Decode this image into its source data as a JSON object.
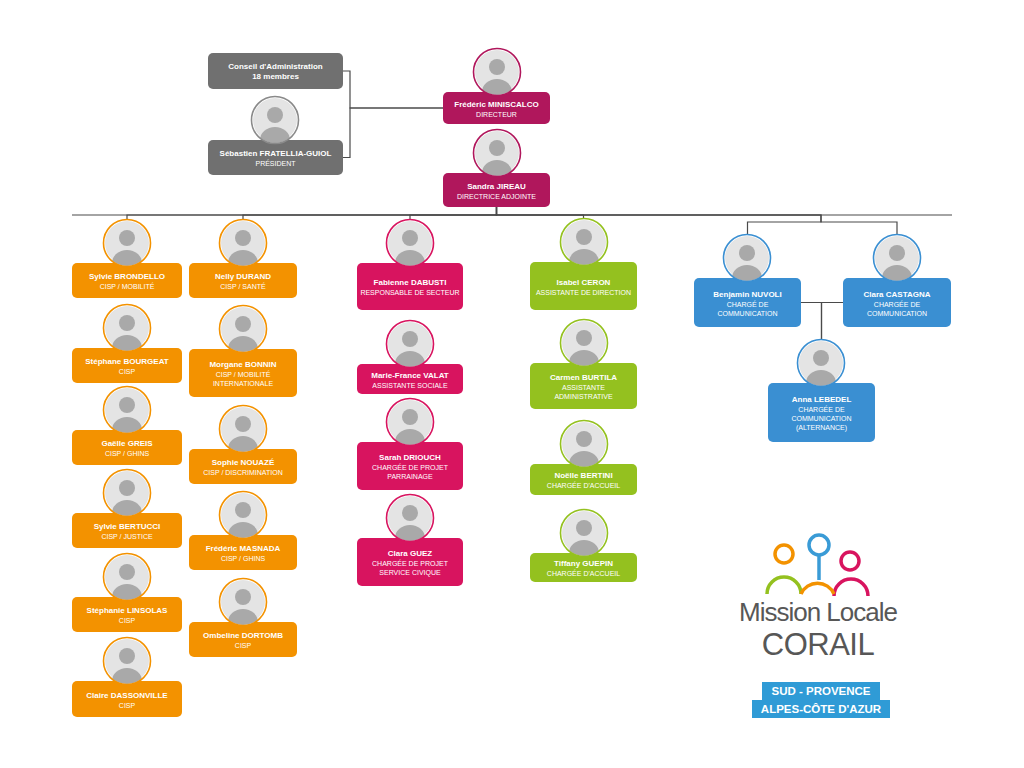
{
  "diagram": {
    "nodes": [
      {
        "text": [
          "Conseil d'Administration",
          "18 membres"
        ]
      },
      {
        "text": [
          "Frédéric MINISCALCO",
          "DIRECTEUR"
        ]
      },
      {
        "text": [
          "Sébastien FRATELLIA-GUIOL",
          "PRÉSIDENT"
        ]
      },
      {
        "text": [
          "Sandra JIREAU",
          "DIRECTRICE ADJOINTE"
        ]
      },
      {
        "text": [
          "Sylvie BRONDELLO",
          "CISP / MOBILITÉ"
        ]
      },
      {
        "text": [
          "Stéphane BOURGEAT",
          "CISP"
        ]
      },
      {
        "text": [
          "Gaëlle GREIS",
          "CISP / GHINS"
        ]
      },
      {
        "text": [
          "Sylvie BERTUCCI",
          "CISP / JUSTICE"
        ]
      },
      {
        "text": [
          "Stéphanie LINSOLAS",
          "CISP"
        ]
      },
      {
        "text": [
          "Claire DASSONVILLE",
          "CISP"
        ]
      },
      {
        "text": [
          "Nelly DURAND",
          "CISP / SANTÉ"
        ]
      },
      {
        "text": [
          "Morgane BONNIN",
          "CISP / MOBILITÉ INTERNATIONALE"
        ]
      },
      {
        "text": [
          "Sophie NOUAZÉ",
          "CISP / DISCRIMINATION"
        ]
      },
      {
        "text": [
          "Frédéric MASNADA",
          "CISP / GHINS"
        ]
      },
      {
        "text": [
          "Ombeline DORTOMB",
          "CISP"
        ]
      },
      {
        "text": [
          "Fabienne DABUSTI",
          "RESPONSABLE DE SECTEUR"
        ]
      },
      {
        "text": [
          "Marie-France VALAT",
          "ASSISTANTE SOCIALE"
        ]
      },
      {
        "text": [
          "Sarah DRIOUCH",
          "CHARGÉE DE PROJET PARRAINAGE"
        ]
      },
      {
        "text": [
          "Clara GUEZ",
          "CHARGÉE DE PROJET SERVICE CIVIQUE"
        ]
      },
      {
        "text": [
          "Isabel CERON",
          "ASSISTANTE DE DIRECTION"
        ]
      },
      {
        "text": [
          "Carmen BURTILA",
          "ASSISTANTE ADMINISTRATIVE"
        ]
      },
      {
        "text": [
          "Noëlle BERTINI",
          "CHARGÉE D'ACCUEIL"
        ]
      },
      {
        "text": [
          "Tiffany GUEPIN",
          "CHARGÉE D'ACCUEIL"
        ]
      },
      {
        "text": [
          "Benjamin NUVOLI",
          "CHARGÉ DE COMMUNICATION"
        ]
      },
      {
        "text": [
          "Clara CASTAGNA",
          "CHARGÉE DE COMMUNICATION"
        ]
      },
      {
        "text": [
          "Anna LEBEDEL",
          "CHARGÉE DE COMMUNICATION (ALTERNANCE)"
        ]
      }
    ],
    "edges": [
      {
        "from": 0,
        "to": 1,
        "arrow": "none"
      },
      {
        "from": 2,
        "to": 1,
        "arrow": "none"
      },
      {
        "from": 3,
        "to": 4,
        "arrow": "none"
      },
      {
        "from": 3,
        "to": 10,
        "arrow": "none"
      },
      {
        "from": 3,
        "to": 15,
        "arrow": "none"
      },
      {
        "from": 3,
        "to": 19,
        "arrow": "none"
      },
      {
        "from": 3,
        "to": 23,
        "arrow": "none"
      },
      {
        "from": 3,
        "to": 24,
        "arrow": "none"
      },
      {
        "from": 23,
        "to": 25,
        "arrow": "none"
      },
      {
        "from": 24,
        "to": 25,
        "arrow": "none"
      }
    ],
    "labels": [
      "Mission Locale",
      "CORAIL",
      "SUD - PROVENCE",
      "ALPES-CÔTE D'AZUR"
    ]
  }
}
